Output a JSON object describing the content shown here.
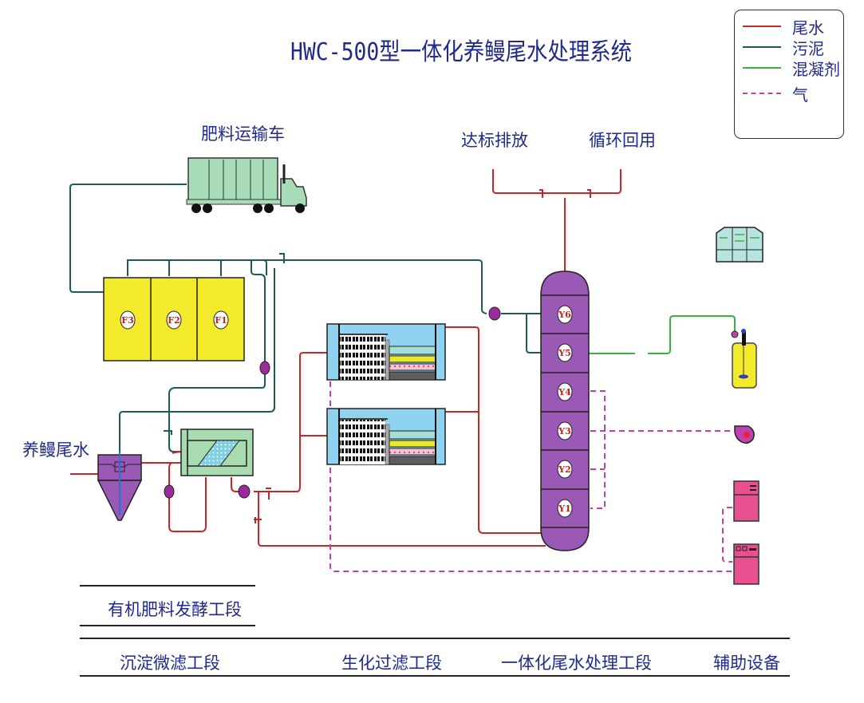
{
  "title": "HWC-500型一体化养鳗尾水处理系统",
  "legend": {
    "items": [
      {
        "label": "尾水",
        "color": "#c62828",
        "style": "solid"
      },
      {
        "label": "污泥",
        "color": "#1f5a5a",
        "style": "solid"
      },
      {
        "label": "混凝剂",
        "color": "#3cb043",
        "style": "solid"
      },
      {
        "label": "气",
        "color": "#c040b0",
        "style": "dashed"
      }
    ]
  },
  "labels": {
    "truck": "肥料运输车",
    "discharge": "达标排放",
    "recycle": "循环回用",
    "inlet": "养鳗尾水"
  },
  "tanks_f": [
    "F3",
    "F2",
    "F1"
  ],
  "tower_y": [
    "Y6",
    "Y5",
    "Y4",
    "Y3",
    "Y2",
    "Y1"
  ],
  "sections": {
    "fermentation": "有机肥料发酵工段",
    "sedimentation": "沉淀微滤工段",
    "biofilter": "生化过滤工段",
    "integrated": "一体化尾水处理工段",
    "auxiliary": "辅助设备"
  },
  "colors": {
    "wastewater": "#c62828",
    "sludge": "#1f5a5a",
    "coagulant": "#3cb043",
    "air": "#c040b0",
    "tower": "#9b59b6",
    "fermenter": "#f2ea2a",
    "filter_blue": "#8fd3f0",
    "green_unit": "#a8dcb0",
    "aux_pink": "#e8508f"
  }
}
